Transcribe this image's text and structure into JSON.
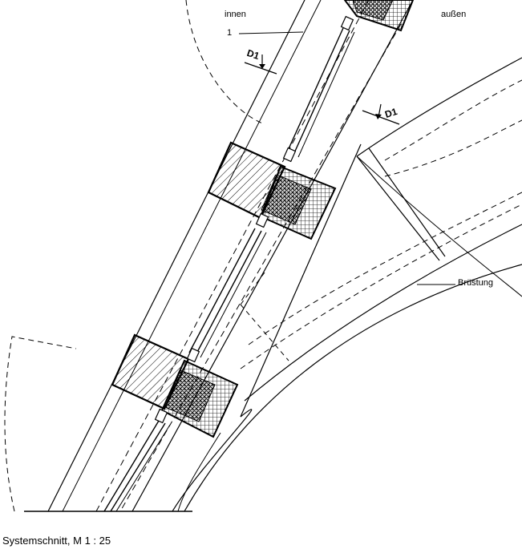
{
  "labels": {
    "inside": "innen",
    "outside": "außen",
    "ref_1": "1",
    "section_d1_left": "D1",
    "section_d1_right": "D1",
    "parapet": "Brüstung"
  },
  "caption": "Systemschnitt, M 1 : 25",
  "colors": {
    "line": "#000000",
    "background": "#ffffff"
  }
}
